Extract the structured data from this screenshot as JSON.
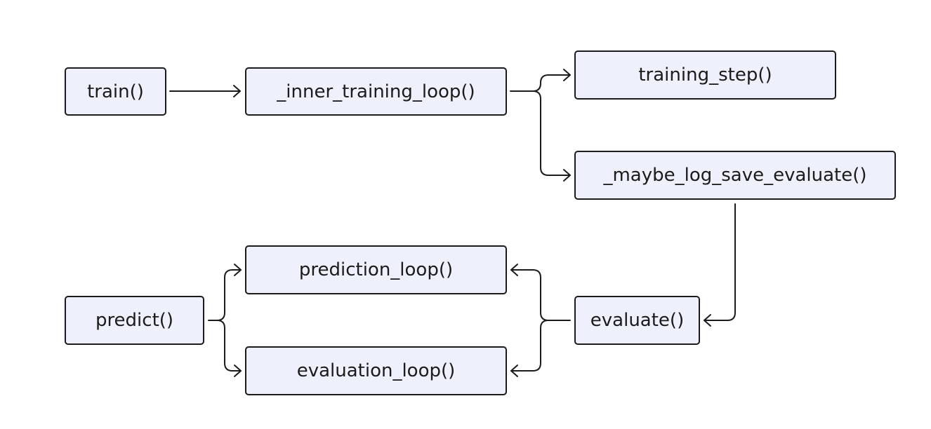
{
  "nodes": {
    "train": "train()",
    "inner_training_loop": "_inner_training_loop()",
    "training_step": "training_step()",
    "maybe_log_save_evaluate": "_maybe_log_save_evaluate()",
    "prediction_loop": "prediction_loop()",
    "predict": "predict()",
    "evaluate": "evaluate()",
    "evaluation_loop": "evaluation_loop()"
  },
  "edges": [
    {
      "from": "train",
      "to": "inner_training_loop"
    },
    {
      "from": "inner_training_loop",
      "to": "training_step"
    },
    {
      "from": "inner_training_loop",
      "to": "maybe_log_save_evaluate"
    },
    {
      "from": "maybe_log_save_evaluate",
      "to": "evaluate"
    },
    {
      "from": "evaluate",
      "to": "prediction_loop"
    },
    {
      "from": "evaluate",
      "to": "evaluation_loop"
    },
    {
      "from": "predict",
      "to": "prediction_loop"
    },
    {
      "from": "predict",
      "to": "evaluation_loop"
    }
  ],
  "colors": {
    "node_fill": "#eef0fc",
    "stroke": "#1b1b1b"
  }
}
